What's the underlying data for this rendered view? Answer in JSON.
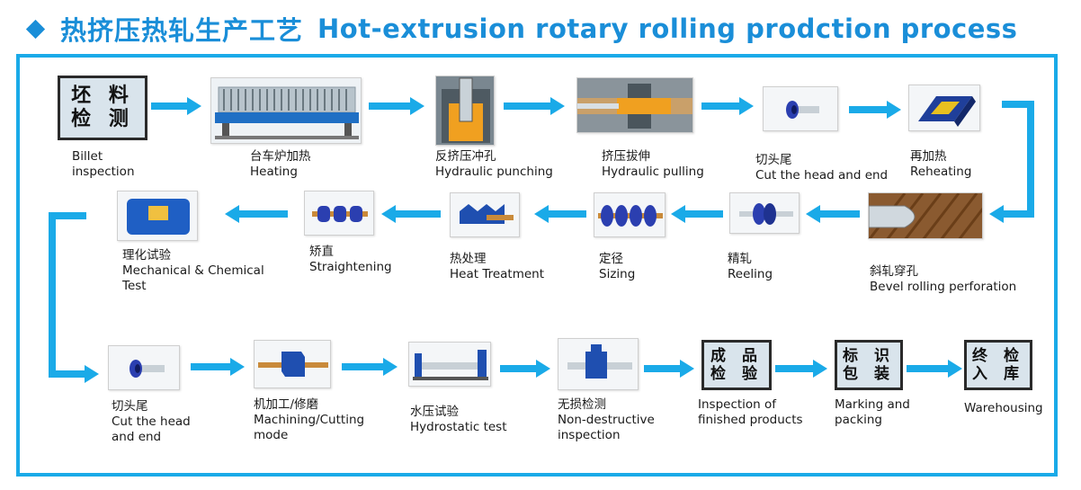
{
  "title": {
    "cn": "热挤压热轧生产工艺",
    "en": "Hot-extrusion rotary rolling prodction process"
  },
  "colors": {
    "accent": "#1aaae8",
    "title": "#1a8ed8",
    "text_box_fill": "#d9e4ec"
  },
  "steps": [
    {
      "icon": "billet-inspection-text-box",
      "box_text": [
        "坯  料",
        "检  测"
      ],
      "lines": [
        "Billet",
        "inspection"
      ]
    },
    {
      "icon": "heating-furnace-image",
      "lines": [
        "台车炉加热",
        "Heating"
      ]
    },
    {
      "icon": "hydraulic-punching-image",
      "lines": [
        "反挤压冲孔",
        "Hydraulic punching"
      ]
    },
    {
      "icon": "hydraulic-pulling-image",
      "lines": [
        "挤压拔伸",
        "Hydraulic pulling"
      ]
    },
    {
      "icon": "cut-head-end-image",
      "lines": [
        "切头尾",
        "Cut the head and end"
      ]
    },
    {
      "icon": "reheating-image",
      "lines": [
        "再加热",
        "Reheating"
      ]
    },
    {
      "icon": "bevel-rolling-image",
      "lines": [
        "斜轧穿孔",
        "Bevel rolling perforation"
      ]
    },
    {
      "icon": "reeling-image",
      "lines": [
        "精轧",
        "Reeling"
      ]
    },
    {
      "icon": "sizing-image",
      "lines": [
        "定径",
        "Sizing"
      ]
    },
    {
      "icon": "heat-treatment-image",
      "lines": [
        "热处理",
        "Heat Treatment"
      ]
    },
    {
      "icon": "straightening-image",
      "lines": [
        "矫直",
        "Straightening"
      ]
    },
    {
      "icon": "mechanical-test-image",
      "lines": [
        "理化试验",
        "Mechanical & Chemical",
        " Test"
      ]
    },
    {
      "icon": "cut-head-end-image-2",
      "lines": [
        "切头尾",
        "Cut the head",
        "and end"
      ]
    },
    {
      "icon": "machining-image",
      "lines": [
        "机加工/修磨",
        "Machining/Cutting",
        "mode"
      ]
    },
    {
      "icon": "hydrostatic-test-image",
      "lines": [
        "水压试验",
        "Hydrostatic test"
      ]
    },
    {
      "icon": "non-destructive-image",
      "lines": [
        "无损检测",
        "Non-destructive",
        "inspection"
      ]
    },
    {
      "icon": "finished-inspection-text-box",
      "box_text": [
        "成  品",
        "检  验"
      ],
      "lines": [
        "Inspection of",
        "finished products"
      ]
    },
    {
      "icon": "marking-packing-text-box",
      "box_text": [
        "标  识",
        "包  装"
      ],
      "lines": [
        "Marking and",
        "packing"
      ]
    },
    {
      "icon": "warehousing-text-box",
      "box_text": [
        "终  检",
        "入  库"
      ],
      "lines": [
        "Warehousing"
      ]
    }
  ]
}
